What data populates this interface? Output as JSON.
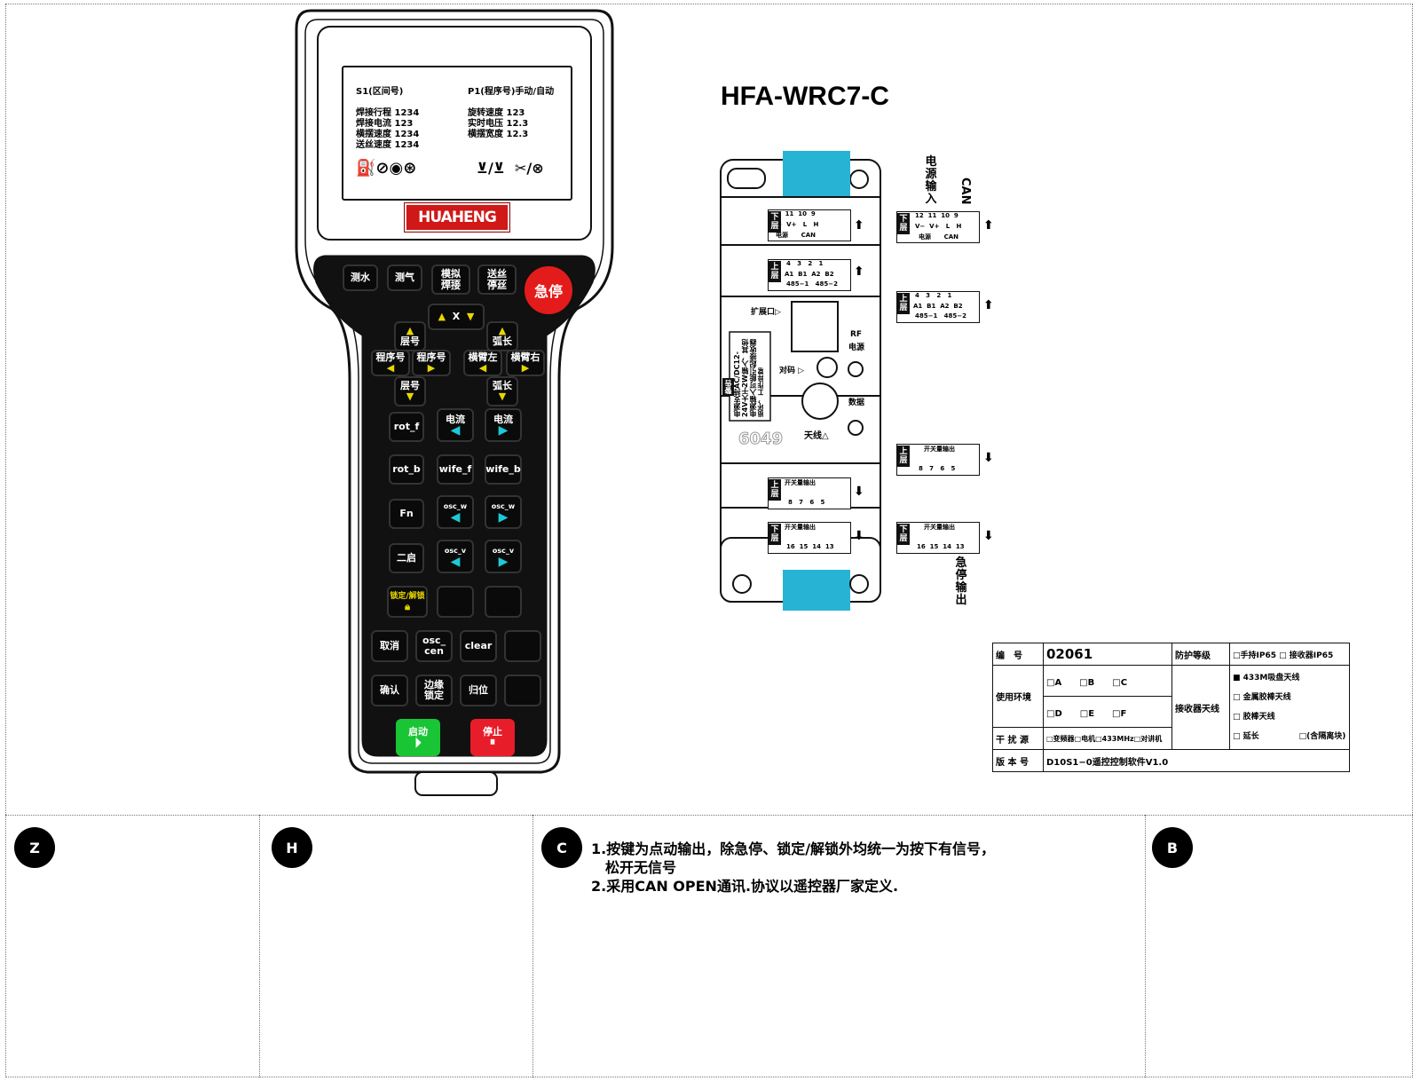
{
  "model_title": "HFA-WRC7-C",
  "screen": {
    "s1": "S1(区间号)",
    "p1": "P1(程序号)手动/自动",
    "left_lines": [
      "焊接行程 1234",
      "焊接电流 123",
      "横摆速度 1234",
      "送丝速度 1234"
    ],
    "right_lines": [
      "旋转速度 123",
      "实时电压 12.3",
      "横摆宽度 12.3"
    ],
    "icons_left": "⛽⊘◉⊛",
    "icons_right": "⊻∕⊻  ✂/⊗"
  },
  "brand": "HUAHENG",
  "keys": {
    "test_water": "测水",
    "test_gas": "测气",
    "sim_weld_1": "模拟",
    "sim_weld_2": "焊接",
    "wire_1": "送丝",
    "wire_2": "停丝",
    "estop": "急停",
    "x": "X",
    "layer_up": "层号",
    "layer_down": "层号",
    "prog_left": "程序号",
    "prog_right": "程序号",
    "arc_up": "弧长",
    "arc_down": "弧长",
    "arm_left": "横臂左",
    "arm_right": "横臂右",
    "rot_f": "rot_f",
    "rot_b": "rot_b",
    "cur_l": "电流",
    "cur_r": "电流",
    "wife_f": "wife_f",
    "wife_b": "wife_b",
    "fn": "Fn",
    "osc_w_l": "osc_w",
    "osc_w_r": "osc_w",
    "second_start": "二启",
    "osc_v_l": "osc_v",
    "osc_v_r": "osc_v",
    "lock": "锁定/解锁",
    "cancel": "取消",
    "osc_cen": "osc_\ncen",
    "clear": "clear",
    "confirm": "确认",
    "edge_lock": "边缘\n锁定",
    "home": "归位",
    "start": "启动",
    "stop": "停止"
  },
  "receiver": {
    "expand": "扩展口▷",
    "rf": "RF",
    "power": "电源",
    "pair": "对码 ▷",
    "data": "数据",
    "antenna": "天线△",
    "model_no": "6049",
    "warn": "警告",
    "warn_text": "电源支持AC/DC12-24V大于2W输入，其他电源输入可能引起接收器损坏，工作异常",
    "term_power_can": {
      "tag": "下层",
      "nums": "12  11  10  9",
      "labels": "V−  V+   L   H",
      "groups": "电源      CAN"
    },
    "term_485": {
      "tag": "上层",
      "nums": "4   3   2   1",
      "labels": "A1  B1  A2  B2",
      "groups": "485−1   485−2"
    },
    "term_switch_upper": {
      "tag": "上层",
      "head": "开关量输出",
      "nums": "8   7   6   5"
    },
    "term_switch_lower": {
      "tag": "下层",
      "head": "开关量输出",
      "nums": "16  15  14  13"
    }
  },
  "side_labels": {
    "power_in": "电源输入",
    "can": "CAN",
    "estop_out": "急停输出"
  },
  "spec": {
    "code_label": "编　号",
    "code": "02061",
    "protect_label": "防护等级",
    "protect": "□手持IP65 □ 接收器IP65",
    "env_label": "使用环境",
    "env_row1": "□A　　□B　　□C",
    "env_row2": "□D　　□E　　□F",
    "antenna_label": "接收器天线",
    "ant1": "■ 433M吸盘天线",
    "ant2": "□ 金属胶棒天线",
    "ant3": "□ 胶棒天线",
    "ant4": "□ 延长　　　　　□(含隔离块)",
    "interf_label": "干 扰 源",
    "interf": "□变频器□电机□433MHz□对讲机",
    "ver_label": "版 本 号",
    "ver": "D10S1−0遥控控制软件V1.0"
  },
  "zones": [
    "Z",
    "H",
    "C",
    "B"
  ],
  "notes": [
    "1.按键为点动输出，除急停、锁定/解锁外均统一为按下有信号，",
    "　松开无信号",
    "2.采用CAN OPEN通讯.协议以遥控器厂家定义."
  ]
}
